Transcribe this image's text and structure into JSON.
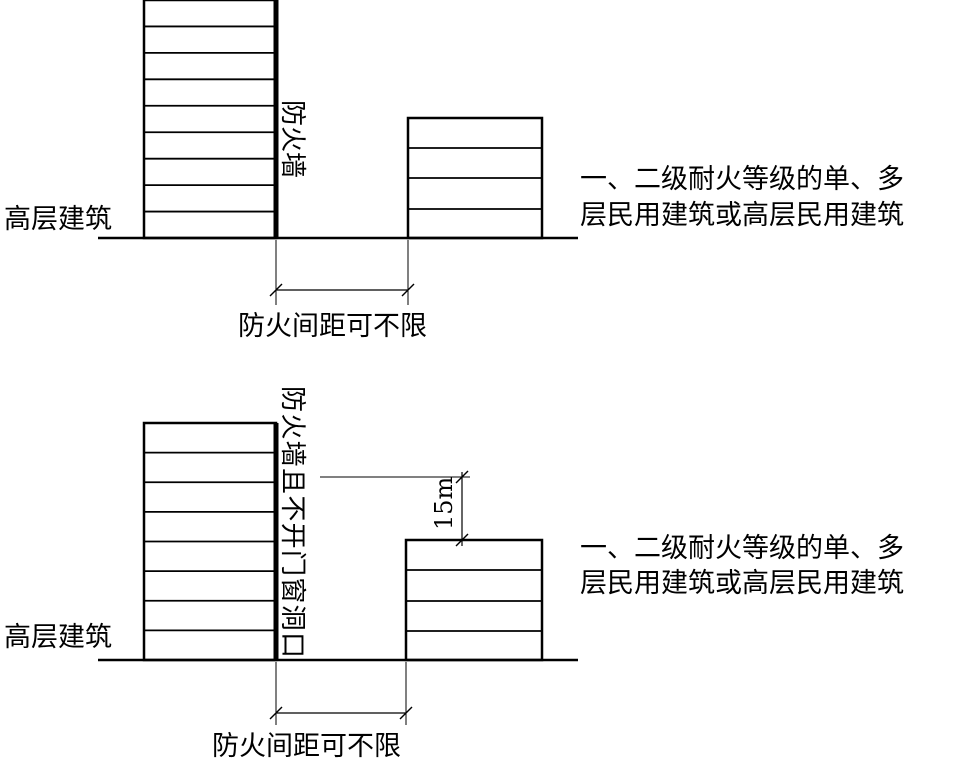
{
  "panels": [
    {
      "high_rise_label": "高层建筑",
      "wall_label": "防火墙",
      "neighbor_label_line1": "一、二级耐火等级的单、多",
      "neighbor_label_line2": "层民用建筑或高层民用建筑",
      "distance_label": "防火间距可不限"
    },
    {
      "high_rise_label": "高层建筑",
      "wall_label": "防火墙且不开门窗洞口",
      "height_label": "15m",
      "neighbor_label_line1": "一、二级耐火等级的单、多",
      "neighbor_label_line2": "层民用建筑或高层民用建筑",
      "distance_label": "防火间距可不限"
    }
  ]
}
